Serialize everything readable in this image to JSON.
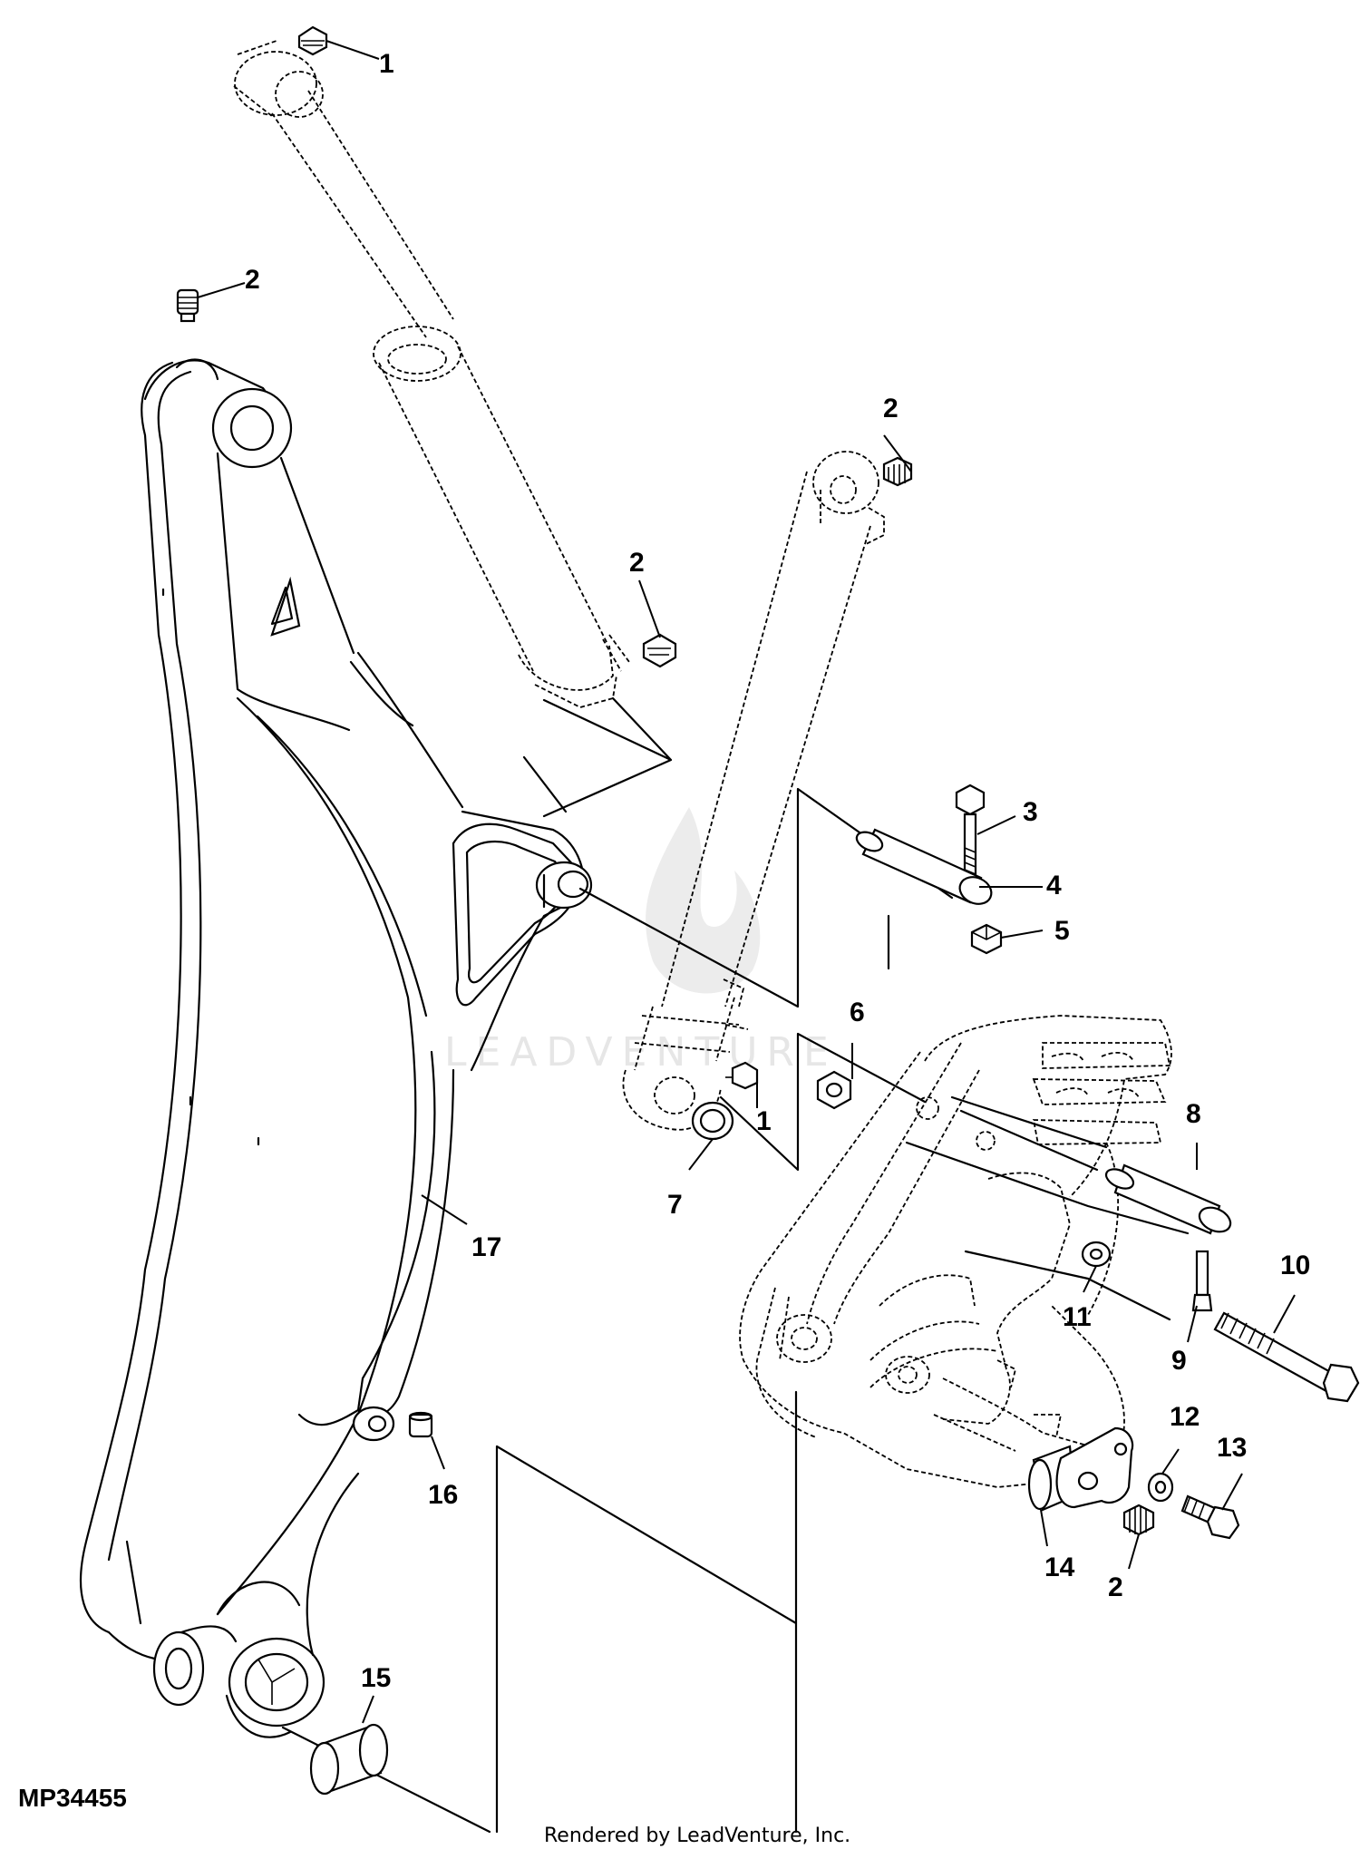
{
  "diagram_id": "MP34455",
  "credit": "Rendered by LeadVenture, Inc.",
  "watermark": "LEADVENTURE",
  "callouts": [
    {
      "id": "c1a",
      "label": "1"
    },
    {
      "id": "c2a",
      "label": "2"
    },
    {
      "id": "c2b",
      "label": "2"
    },
    {
      "id": "c2c",
      "label": "2"
    },
    {
      "id": "c3",
      "label": "3"
    },
    {
      "id": "c4",
      "label": "4"
    },
    {
      "id": "c5",
      "label": "5"
    },
    {
      "id": "c6",
      "label": "6"
    },
    {
      "id": "c1b",
      "label": "1"
    },
    {
      "id": "c7",
      "label": "7"
    },
    {
      "id": "c8",
      "label": "8"
    },
    {
      "id": "c17",
      "label": "17"
    },
    {
      "id": "c10",
      "label": "10"
    },
    {
      "id": "c11",
      "label": "11"
    },
    {
      "id": "c9",
      "label": "9"
    },
    {
      "id": "c12",
      "label": "12"
    },
    {
      "id": "c13",
      "label": "13"
    },
    {
      "id": "c16",
      "label": "16"
    },
    {
      "id": "c14",
      "label": "14"
    },
    {
      "id": "c2d",
      "label": "2"
    },
    {
      "id": "c15",
      "label": "15"
    }
  ]
}
